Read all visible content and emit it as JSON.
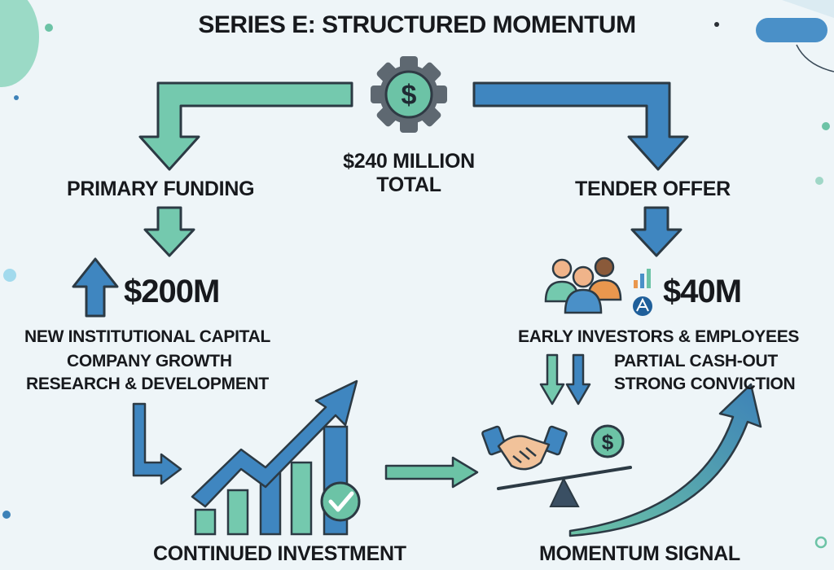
{
  "title": "SERIES E: STRUCTURED MOMENTUM",
  "total": {
    "line1": "$240 MILLION",
    "line2": "TOTAL"
  },
  "primary": {
    "heading": "PRIMARY FUNDING",
    "amount": "$200M",
    "desc1": "NEW INSTITUTIONAL CAPITAL",
    "desc2": "COMPANY GROWTH",
    "desc3": "RESEARCH & DEVELOPMENT"
  },
  "tender": {
    "heading": "TENDER OFFER",
    "amount": "$40M",
    "desc1": "EARLY INVESTORS & EMPLOYEES",
    "desc2": "PARTIAL CASH-OUT",
    "desc3": "STRONG CONVICTION"
  },
  "bottom": {
    "left_caption": "CONTINUED INVESTMENT",
    "right_caption": "MOMENTUM SIGNAL"
  },
  "icons": {
    "center": "gear-dollar-icon",
    "people": "people-group-icon",
    "growth": "bar-chart-growth-icon",
    "check": "check-badge-icon",
    "handshake": "handshake-icon",
    "balance": "balance-scale-icon",
    "coin": "dollar-coin-icon"
  },
  "colors": {
    "green": "#6cc3a6",
    "blue": "#3d82b8",
    "navy": "#2b5f8f",
    "background": "#eef5f8"
  }
}
